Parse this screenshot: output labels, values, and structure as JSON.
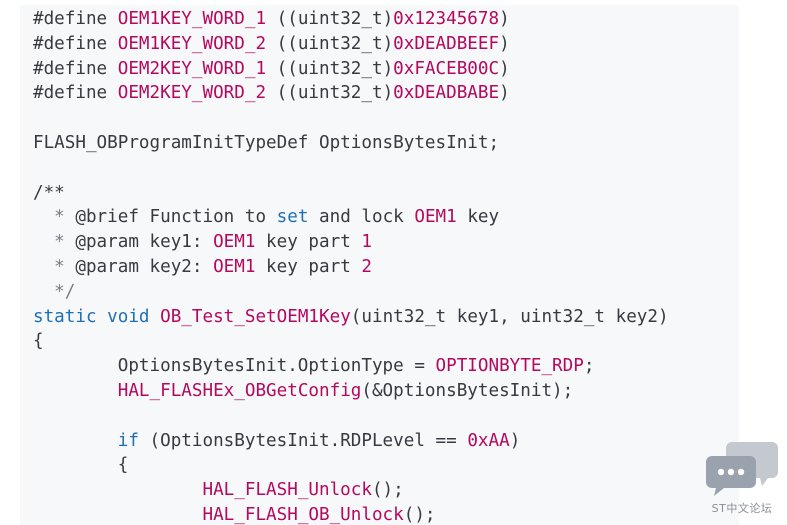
{
  "code": {
    "lines": [
      {
        "tokens": [
          {
            "t": "#define ",
            "c": "plain"
          },
          {
            "t": "OEM1KEY_WORD_1",
            "c": "macro"
          },
          {
            "t": " ((uint32_t)",
            "c": "plain"
          },
          {
            "t": "0x12345678",
            "c": "number"
          },
          {
            "t": ")",
            "c": "plain"
          }
        ]
      },
      {
        "tokens": [
          {
            "t": "#define ",
            "c": "plain"
          },
          {
            "t": "OEM1KEY_WORD_2",
            "c": "macro"
          },
          {
            "t": " ((uint32_t)",
            "c": "plain"
          },
          {
            "t": "0xDEADBEEF",
            "c": "number"
          },
          {
            "t": ")",
            "c": "plain"
          }
        ]
      },
      {
        "tokens": [
          {
            "t": "#define ",
            "c": "plain"
          },
          {
            "t": "OEM2KEY_WORD_1",
            "c": "macro"
          },
          {
            "t": " ((uint32_t)",
            "c": "plain"
          },
          {
            "t": "0xFACEB00C",
            "c": "number"
          },
          {
            "t": ")",
            "c": "plain"
          }
        ]
      },
      {
        "tokens": [
          {
            "t": "#define ",
            "c": "plain"
          },
          {
            "t": "OEM2KEY_WORD_2",
            "c": "macro"
          },
          {
            "t": " ((uint32_t)",
            "c": "plain"
          },
          {
            "t": "0xDEADBABE",
            "c": "number"
          },
          {
            "t": ")",
            "c": "plain"
          }
        ]
      },
      {
        "tokens": []
      },
      {
        "tokens": [
          {
            "t": "FLASH_OBProgramInitTypeDef OptionsBytesInit;",
            "c": "plain"
          }
        ]
      },
      {
        "tokens": []
      },
      {
        "tokens": [
          {
            "t": "/**",
            "c": "plain"
          }
        ]
      },
      {
        "tokens": [
          {
            "t": "  * ",
            "c": "comment"
          },
          {
            "t": "@brief Function to ",
            "c": "plain"
          },
          {
            "t": "set",
            "c": "keyword"
          },
          {
            "t": " and lock ",
            "c": "plain"
          },
          {
            "t": "OEM1",
            "c": "macro"
          },
          {
            "t": " key",
            "c": "plain"
          }
        ]
      },
      {
        "tokens": [
          {
            "t": "  * ",
            "c": "comment"
          },
          {
            "t": "@param key1: ",
            "c": "plain"
          },
          {
            "t": "OEM1",
            "c": "macro"
          },
          {
            "t": " key part ",
            "c": "plain"
          },
          {
            "t": "1",
            "c": "number"
          }
        ]
      },
      {
        "tokens": [
          {
            "t": "  * ",
            "c": "comment"
          },
          {
            "t": "@param key2: ",
            "c": "plain"
          },
          {
            "t": "OEM1",
            "c": "macro"
          },
          {
            "t": " key part ",
            "c": "plain"
          },
          {
            "t": "2",
            "c": "number"
          }
        ]
      },
      {
        "tokens": [
          {
            "t": "  */",
            "c": "comment"
          }
        ]
      },
      {
        "tokens": [
          {
            "t": "static",
            "c": "keyword"
          },
          {
            "t": " ",
            "c": "plain"
          },
          {
            "t": "void",
            "c": "keyword"
          },
          {
            "t": " ",
            "c": "plain"
          },
          {
            "t": "OB_Test_SetOEM1Key",
            "c": "macro"
          },
          {
            "t": "(uint32_t key1, uint32_t key2)",
            "c": "plain"
          }
        ]
      },
      {
        "tokens": [
          {
            "t": "{",
            "c": "plain"
          }
        ]
      },
      {
        "tokens": [
          {
            "t": "        OptionsBytesInit.OptionType = ",
            "c": "plain"
          },
          {
            "t": "OPTIONBYTE_RDP",
            "c": "macro"
          },
          {
            "t": ";",
            "c": "plain"
          }
        ]
      },
      {
        "tokens": [
          {
            "t": "        ",
            "c": "plain"
          },
          {
            "t": "HAL_FLASHEx_OBGetConfig",
            "c": "macro"
          },
          {
            "t": "(&OptionsBytesInit);",
            "c": "plain"
          }
        ]
      },
      {
        "tokens": []
      },
      {
        "tokens": [
          {
            "t": "        ",
            "c": "plain"
          },
          {
            "t": "if",
            "c": "keyword"
          },
          {
            "t": " (OptionsBytesInit.RDPLevel == ",
            "c": "plain"
          },
          {
            "t": "0xAA",
            "c": "number"
          },
          {
            "t": ")",
            "c": "plain"
          }
        ]
      },
      {
        "tokens": [
          {
            "t": "        {",
            "c": "plain"
          }
        ]
      },
      {
        "tokens": [
          {
            "t": "                ",
            "c": "plain"
          },
          {
            "t": "HAL_FLASH_Unlock",
            "c": "macro"
          },
          {
            "t": "();",
            "c": "plain"
          }
        ]
      },
      {
        "tokens": [
          {
            "t": "                ",
            "c": "plain"
          },
          {
            "t": "HAL_FLASH_OB_Unlock",
            "c": "macro"
          },
          {
            "t": "();",
            "c": "plain"
          }
        ]
      }
    ]
  },
  "watermark": {
    "text": "ST中文论坛",
    "icon": "chat-bubbles-icon",
    "color": "#9aa3ad"
  },
  "colors": {
    "background": "#f6f8fa",
    "plain": "#383a42",
    "macro": "#b5085f",
    "keyword": "#1f6fb6",
    "comment": "#7a7f86"
  }
}
